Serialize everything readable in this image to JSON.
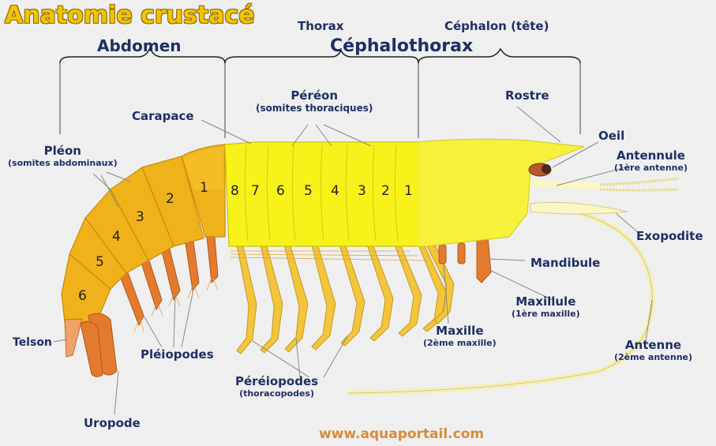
{
  "title": "Anatomie crustacé",
  "sections": {
    "thorax": "Thorax",
    "cephalon": "Céphalon (tête)",
    "abdomen": "Abdomen",
    "cephalothorax": "Céphalothorax"
  },
  "labels": {
    "pereon": "Péréon",
    "pereon_sub": "(somites thoraciques)",
    "carapace": "Carapace",
    "rostre": "Rostre",
    "oeil": "Oeil",
    "antennule": "Antennule",
    "antennule_sub": "(1ère antenne)",
    "pleon": "Pléon",
    "pleon_sub": "(somites abdominaux)",
    "exopodite": "Exopodite",
    "mandibule": "Mandibule",
    "maxillule": "Maxillule",
    "maxillule_sub": "(1ère maxille)",
    "maxille": "Maxille",
    "maxille_sub": "(2ème maxille)",
    "antenne": "Antenne",
    "antenne_sub": "(2ème antenne)",
    "telson": "Telson",
    "pleiopodes": "Pléiopodes",
    "pereiopodes": "Péréiopodes",
    "pereiopodes_sub": "(thoracopodes)",
    "uropode": "Uropode"
  },
  "abdominal_numbers": [
    "1",
    "2",
    "3",
    "4",
    "5",
    "6"
  ],
  "thoracic_numbers": [
    "8",
    "7",
    "6",
    "5",
    "4",
    "3",
    "2",
    "1"
  ],
  "watermark": "www.aquaportail.com",
  "colors": {
    "title": "#f2c300",
    "label": "#1e2f63",
    "cephalothorax": "#f7f31a",
    "abdomen": "#f0b21a",
    "legs": "#f2c53c",
    "appendage_orange": "#e47a2e",
    "antenna": "#fbf6c4",
    "watermark": "#d98b3a"
  }
}
